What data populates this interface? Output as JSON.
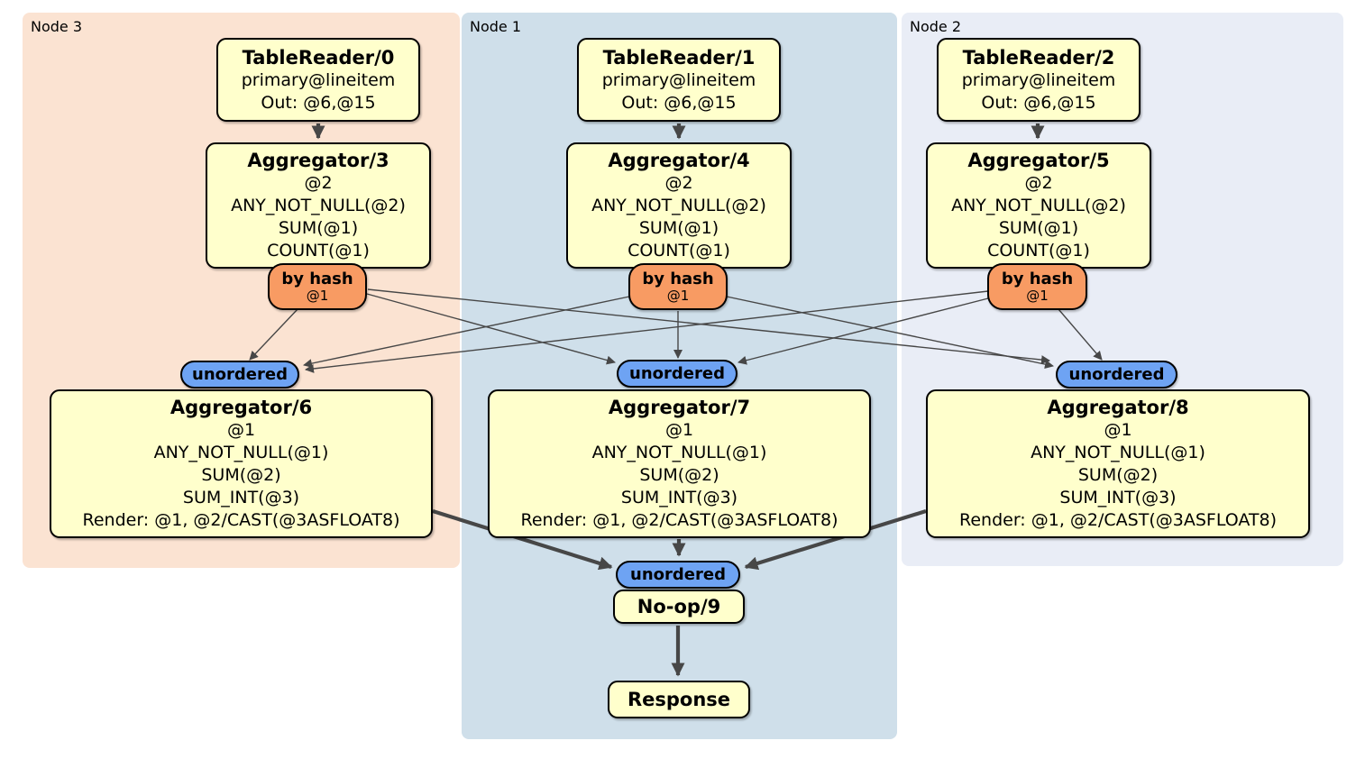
{
  "diagram": {
    "panels": [
      {
        "id": "node3",
        "label": "Node 3"
      },
      {
        "id": "node1",
        "label": "Node 1"
      },
      {
        "id": "node2",
        "label": "Node 2"
      }
    ],
    "processors": [
      {
        "id": "tr0",
        "title": "TableReader/0",
        "lines": [
          "primary@lineitem",
          "Out: @6,@15"
        ]
      },
      {
        "id": "tr1",
        "title": "TableReader/1",
        "lines": [
          "primary@lineitem",
          "Out: @6,@15"
        ]
      },
      {
        "id": "tr2",
        "title": "TableReader/2",
        "lines": [
          "primary@lineitem",
          "Out: @6,@15"
        ]
      },
      {
        "id": "agg3",
        "title": "Aggregator/3",
        "lines": [
          "@2",
          "ANY_NOT_NULL(@2)",
          "SUM(@1)",
          "COUNT(@1)"
        ]
      },
      {
        "id": "agg4",
        "title": "Aggregator/4",
        "lines": [
          "@2",
          "ANY_NOT_NULL(@2)",
          "SUM(@1)",
          "COUNT(@1)"
        ]
      },
      {
        "id": "agg5",
        "title": "Aggregator/5",
        "lines": [
          "@2",
          "ANY_NOT_NULL(@2)",
          "SUM(@1)",
          "COUNT(@1)"
        ]
      },
      {
        "id": "agg6",
        "title": "Aggregator/6",
        "lines": [
          "@1",
          "ANY_NOT_NULL(@1)",
          "SUM(@2)",
          "SUM_INT(@3)",
          "Render: @1, @2/CAST(@3ASFLOAT8)"
        ]
      },
      {
        "id": "agg7",
        "title": "Aggregator/7",
        "lines": [
          "@1",
          "ANY_NOT_NULL(@1)",
          "SUM(@2)",
          "SUM_INT(@3)",
          "Render: @1, @2/CAST(@3ASFLOAT8)"
        ]
      },
      {
        "id": "agg8",
        "title": "Aggregator/8",
        "lines": [
          "@1",
          "ANY_NOT_NULL(@1)",
          "SUM(@2)",
          "SUM_INT(@3)",
          "Render: @1, @2/CAST(@3ASFLOAT8)"
        ]
      },
      {
        "id": "noop9",
        "title": "No-op/9",
        "lines": []
      },
      {
        "id": "response",
        "title": "Response",
        "lines": []
      }
    ],
    "routers": [
      {
        "id": "bh3",
        "label": "by hash",
        "detail": "@1"
      },
      {
        "id": "bh4",
        "label": "by hash",
        "detail": "@1"
      },
      {
        "id": "bh5",
        "label": "by hash",
        "detail": "@1"
      }
    ],
    "streams": [
      {
        "id": "un6",
        "label": "unordered"
      },
      {
        "id": "un7",
        "label": "unordered"
      },
      {
        "id": "un8",
        "label": "unordered"
      },
      {
        "id": "un9",
        "label": "unordered"
      }
    ],
    "edges": {
      "thick": [
        [
          "tr0",
          "agg3"
        ],
        [
          "tr1",
          "agg4"
        ],
        [
          "tr2",
          "agg5"
        ],
        [
          "agg6",
          "un9"
        ],
        [
          "agg7",
          "un9"
        ],
        [
          "agg8",
          "un9"
        ],
        [
          "noop9",
          "response"
        ]
      ],
      "thin": [
        [
          "bh3",
          "un6"
        ],
        [
          "bh3",
          "un7"
        ],
        [
          "bh3",
          "un8"
        ],
        [
          "bh4",
          "un6"
        ],
        [
          "bh4",
          "un7"
        ],
        [
          "bh4",
          "un8"
        ],
        [
          "bh5",
          "un6"
        ],
        [
          "bh5",
          "un7"
        ],
        [
          "bh5",
          "un8"
        ]
      ]
    },
    "colors": {
      "panel_node3": "#FBE3D2",
      "panel_node1": "#CFDFEA",
      "panel_node2": "#E9EDF6",
      "box_fill": "#FFFFCC",
      "router_fill": "#F89B63",
      "stream_fill": "#6EA3F3",
      "border": "#000000",
      "edge": "#474747",
      "text": "#000000"
    }
  }
}
